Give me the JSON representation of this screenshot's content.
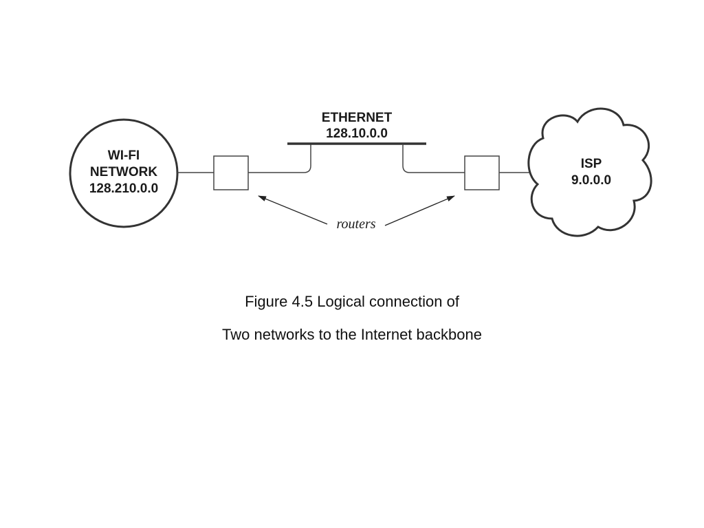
{
  "diagram": {
    "wifi": {
      "line1": "WI-FI",
      "line2": "NETWORK",
      "line3": "128.210.0.0"
    },
    "ethernet": {
      "line1": "ETHERNET",
      "line2": "128.10.0.0"
    },
    "isp": {
      "line1": "ISP",
      "line2": "9.0.0.0"
    },
    "routers_label": "routers"
  },
  "caption": {
    "line1": "Figure 4.5 Logical connection of",
    "line2": "Two networks to the Internet backbone"
  },
  "colors": {
    "stroke": "#333333",
    "text": "#1a1a1a"
  }
}
